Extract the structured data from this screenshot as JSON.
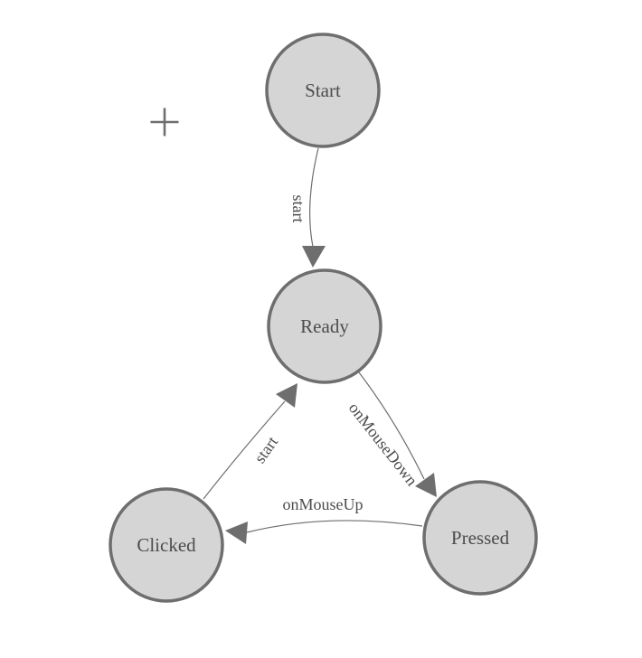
{
  "diagram": {
    "type": "state-machine",
    "nodes": [
      {
        "id": "start",
        "label": "Start"
      },
      {
        "id": "ready",
        "label": "Ready"
      },
      {
        "id": "clicked",
        "label": "Clicked"
      },
      {
        "id": "pressed",
        "label": "Pressed"
      }
    ],
    "edges": [
      {
        "from": "start",
        "to": "ready",
        "label": "start"
      },
      {
        "from": "ready",
        "to": "pressed",
        "label": "onMouseDown"
      },
      {
        "from": "pressed",
        "to": "clicked",
        "label": "onMouseUp"
      },
      {
        "from": "clicked",
        "to": "ready",
        "label": "start"
      }
    ],
    "colors": {
      "background": "#ffffff",
      "node_fill": "#d5d5d5",
      "node_stroke": "#6e6e6e",
      "edge_stroke": "#6e6e6e",
      "arrowhead_fill": "#6e6e6e",
      "label_text": "#4c4c4c",
      "crosshair": "#6e6e6e"
    }
  }
}
